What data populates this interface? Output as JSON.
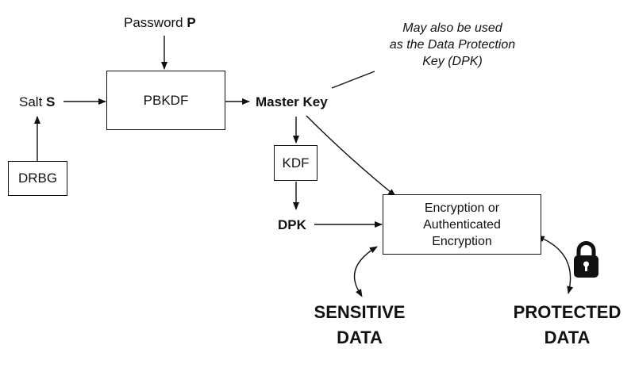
{
  "password": {
    "prefix": "Password ",
    "symbol": "P"
  },
  "salt": {
    "prefix": "Salt ",
    "symbol": "S"
  },
  "drbg": "DRBG",
  "pbkdf": "PBKDF",
  "master_key": "Master Key",
  "note": [
    "May also be used",
    "as the Data Protection",
    "Key (DPK)"
  ],
  "kdf": "KDF",
  "dpk": "DPK",
  "encryption": [
    "Encryption or",
    "Authenticated",
    "Encryption"
  ],
  "sensitive": [
    "SENSITIVE",
    "DATA"
  ],
  "protected": [
    "PROTECTED",
    "DATA"
  ],
  "lock_icon": "padlock"
}
